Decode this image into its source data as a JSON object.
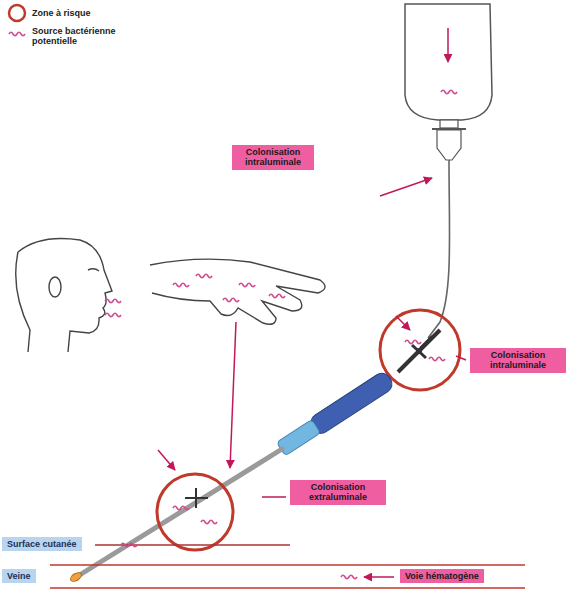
{
  "diagram": {
    "nodes": [
      {
        "text": [
          "Colonisation intraluminale"
        ]
      },
      {
        "text": [
          "Colonisation intraluminale"
        ]
      },
      {
        "text": [
          "Colonisation extraluminale"
        ]
      },
      {
        "text": [
          "Surface cutanée"
        ]
      },
      {
        "text": [
          "Veine"
        ]
      },
      {
        "text": [
          "Voie hématogène"
        ]
      }
    ],
    "legend": [
      {
        "text": "Zone à risque"
      },
      {
        "text": "Source bactérienne potentielle"
      }
    ]
  }
}
